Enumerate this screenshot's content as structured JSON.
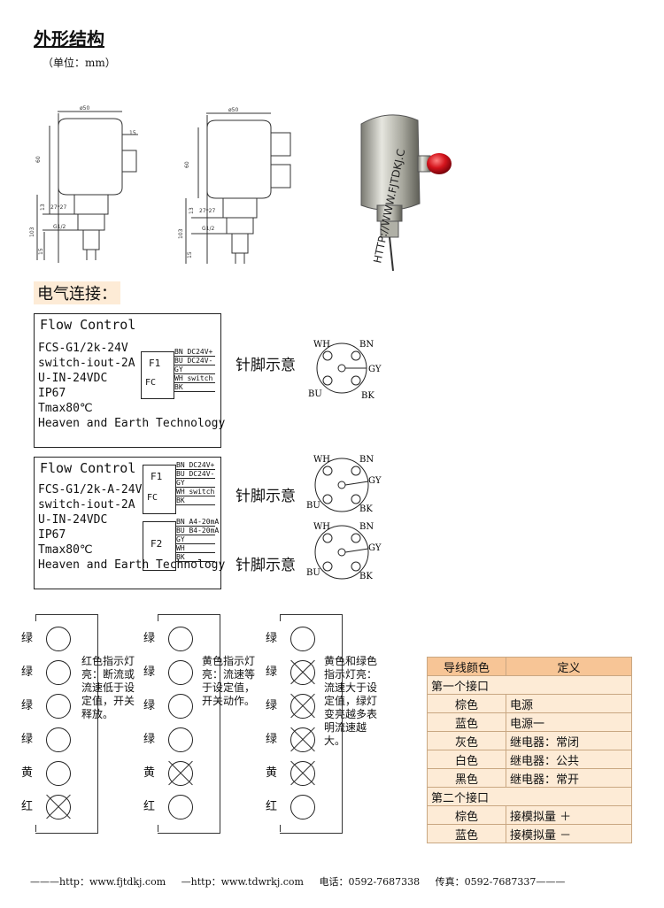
{
  "header": {
    "title": "外形结构",
    "unit": "（单位：mm）"
  },
  "dimensions": {
    "diameter": "ø50",
    "side": "15",
    "height": "60",
    "hex": "27*27",
    "hex_h": "13",
    "thread": "G1/2",
    "total": "103",
    "tip": "15"
  },
  "product_photo": {
    "watermark": "HTTP://WWW.FJTDKJ.C"
  },
  "section_electrical": {
    "title": "电气连接："
  },
  "fc1": {
    "title": "Flow Control",
    "lines": [
      "FCS-G1/2k-24V",
      "switch-iout-2A",
      "U-IN-24VDC",
      "IP67",
      "Tmax80℃",
      "Heaven and Earth Technology"
    ],
    "f1": "F1",
    "fc": "FC",
    "wires": [
      "BN DC24V+",
      "BU DC24V-",
      "GY",
      "WH switch",
      "BK"
    ]
  },
  "fc2": {
    "title": "Flow Control",
    "lines": [
      "FCS-G1/2k-A-24V",
      "switch-iout-2A",
      "U-IN-24VDC",
      "IP67",
      "Tmax80℃",
      "Heaven and Earth Technology"
    ],
    "f1": "F1",
    "fc": "FC",
    "f2": "F2",
    "wires1": [
      "BN DC24V+",
      "BU DC24V-",
      "GY",
      "WH switch",
      "BK"
    ],
    "wires2": [
      "BN A4-20mA",
      "BU B4-20mA",
      "GY",
      "WH",
      "BK"
    ]
  },
  "pin_diagram_label": "针脚示意",
  "pins": {
    "wh": "WH",
    "bn": "BN",
    "gy": "GY",
    "bu": "BU",
    "bk": "BK"
  },
  "indicators": {
    "labels": [
      "绿",
      "绿",
      "绿",
      "绿",
      "黄",
      "红"
    ],
    "col1_text": "红色指示灯亮：断流或流速低于设定值，开关释放。",
    "col2_text": "黄色指示灯亮：流速等于设定值，开关动作。",
    "col3_text": "黄色和绿色指示灯亮：流速大于设定值，绿灯变亮越多表明流速越大。"
  },
  "wire_table": {
    "headers": [
      "导线颜色",
      "定义"
    ],
    "group1": "第一个接口",
    "rows1": [
      [
        "棕色",
        "电源"
      ],
      [
        "蓝色",
        "电源一"
      ],
      [
        "灰色",
        "继电器：常闭"
      ],
      [
        "白色",
        "继电器：公共"
      ],
      [
        "黑色",
        "继电器：常开"
      ]
    ],
    "group2": "第二个接口",
    "rows2": [
      [
        "棕色",
        "接模拟量 ＋"
      ],
      [
        "蓝色",
        "接模拟量 －"
      ]
    ]
  },
  "footer": {
    "web1": "———http：www.fjtdkj.com",
    "web2": "—http：www.tdwrkj.com",
    "phone": "电话：0592-7687338",
    "fax": "传真：0592-7687337———"
  }
}
